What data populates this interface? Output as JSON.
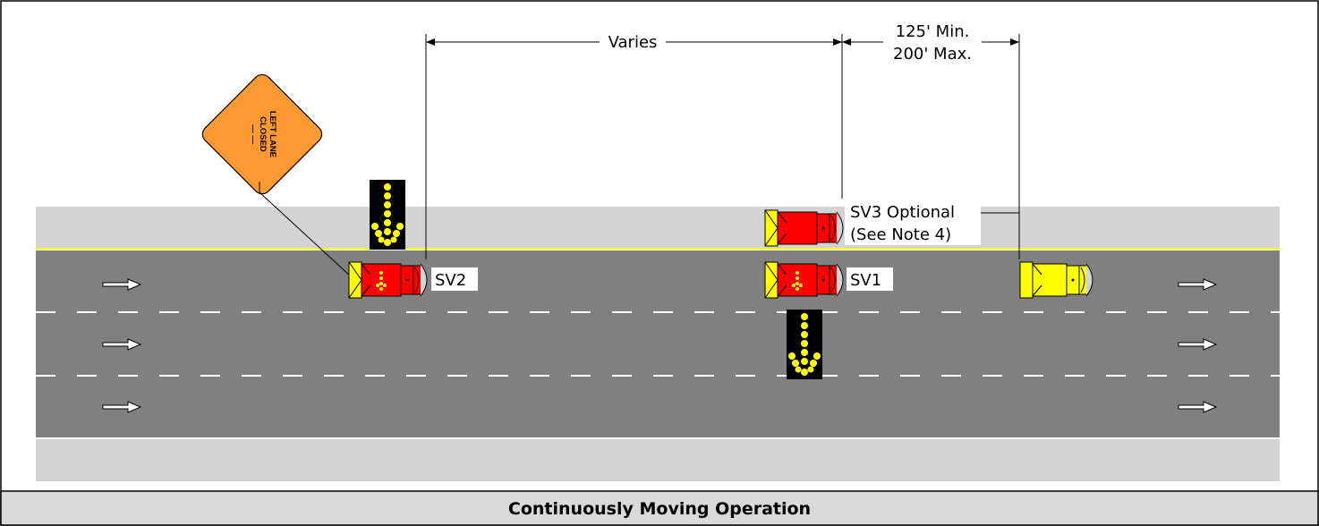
{
  "caption": "Continuously Moving Operation",
  "dimensions": {
    "varies": "Varies",
    "spacing_line1": "125' Min.",
    "spacing_line2": "200' Max."
  },
  "vehicles": {
    "sv1_label": "SV1",
    "sv2_label": "SV2",
    "sv3_label_line1": "SV3 Optional",
    "sv3_label_line2": "(See Note 4)"
  },
  "sign": {
    "line1": "LEFT LANE",
    "line2": "CLOSED",
    "line3": "— —"
  },
  "colors": {
    "road": "#808080",
    "shoulder": "#d3d3d3",
    "edge_line": "#ffff00",
    "lane_dash": "#ffffff",
    "service_vehicle": "#ff0000",
    "lead_vehicle": "#ffff00",
    "sign_orange": "#ff9933",
    "arrow_board": "#000000",
    "arrow_lamp": "#ffff00",
    "caption_bar": "#d9d9d9"
  },
  "icons": {
    "traffic_arrow": "right-arrow-icon",
    "arrow_board": "down-arrow-board-icon",
    "truck": "truck-icon",
    "attenuator": "crash-attenuator-icon",
    "sign": "diamond-warning-sign-icon"
  }
}
